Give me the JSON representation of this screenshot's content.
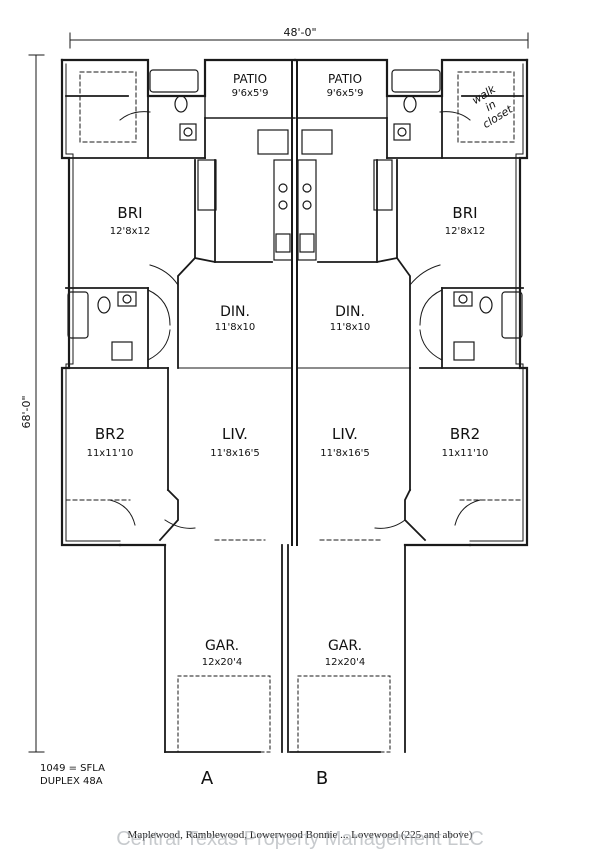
{
  "dimensions": {
    "width": "48'-0\"",
    "depth": "68'-0\""
  },
  "units": [
    {
      "id": "A",
      "letter": "A",
      "patio": {
        "name": "PATIO",
        "size": "9'6x5'9"
      },
      "br1": {
        "name": "BRI",
        "size": "12'8x12"
      },
      "din": {
        "name": "DIN.",
        "size": "11'8x10"
      },
      "liv": {
        "name": "LIV.",
        "size": "11'8x16'5"
      },
      "br2": {
        "name": "BR2",
        "size": "11x11'10"
      },
      "gar": {
        "name": "GAR.",
        "size": "12x20'4"
      }
    },
    {
      "id": "B",
      "letter": "B",
      "patio": {
        "name": "PATIO",
        "size": "9'6x5'9"
      },
      "br1": {
        "name": "BRI",
        "size": "12'8x12"
      },
      "din": {
        "name": "DIN.",
        "size": "11'8x10"
      },
      "liv": {
        "name": "LIV.",
        "size": "11'8x16'5"
      },
      "br2": {
        "name": "BR2",
        "size": "11x11'10"
      },
      "gar": {
        "name": "GAR.",
        "size": "12x20'4"
      }
    }
  ],
  "handwritten_note": [
    "walk",
    "in",
    "closet"
  ],
  "info": {
    "sfla": "1049 = SFLA",
    "model": "DUPLEX 48A"
  },
  "footer": "Maplewood, Ramblewood, Lowerwood Bonnie ... Lovewood (225 and above)",
  "watermark": "Central Texas Property Management LLC",
  "colors": {
    "line": "#1a1a1a",
    "paper": "#ffffff",
    "watermark": "#9aa0a6"
  }
}
